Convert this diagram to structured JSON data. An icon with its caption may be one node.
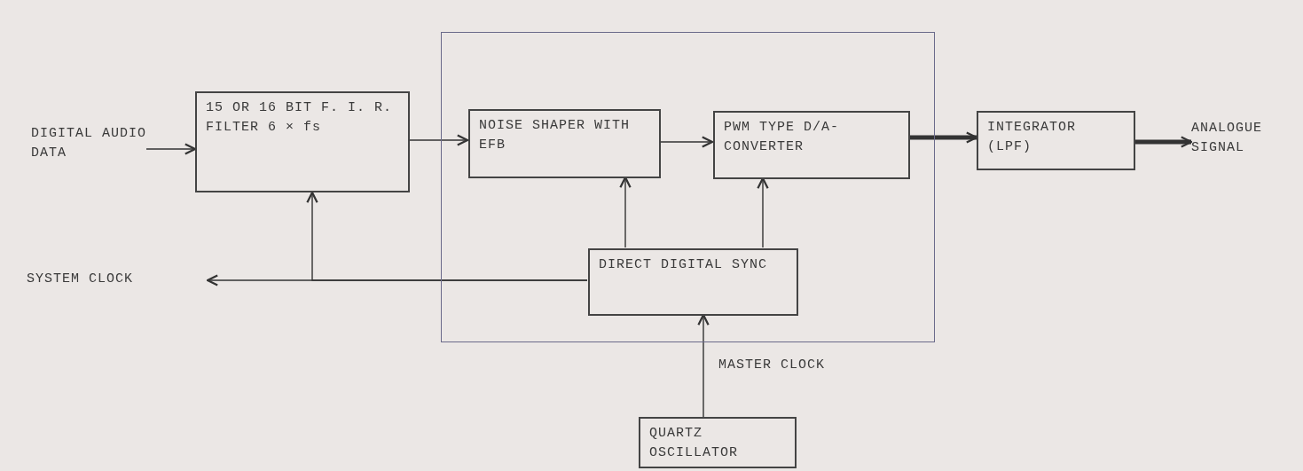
{
  "diagram": {
    "nodes": [
      {
        "text": [
          "DIGITAL AUDIO DATA"
        ]
      },
      {
        "text": [
          "15 OR 16 BIT F. I. R. FILTER 6 × fs"
        ]
      },
      {
        "text": [],
        "shape": "box"
      },
      {
        "text": [
          "NOISE SHAPER WITH EFB"
        ],
        "in": 2
      },
      {
        "text": [
          "PWM TYPE D/A-CONVERTER"
        ],
        "in": 2
      },
      {
        "text": [
          "DIRECT DIGITAL SYNC"
        ],
        "in": 2
      },
      {
        "text": [
          "INTEGRATOR (LPF)"
        ]
      },
      {
        "text": [
          "ANALOGUE SIGNAL"
        ]
      },
      {
        "text": [
          "SYSTEM CLOCK"
        ]
      },
      {
        "text": [
          "QUARTZ OSCILLATOR"
        ]
      }
    ],
    "edges": [
      {
        "from": 0,
        "to": 1,
        "arrow": "to"
      },
      {
        "from": 1,
        "to": 3,
        "arrow": "to"
      },
      {
        "from": 3,
        "to": 4,
        "arrow": "to"
      },
      {
        "from": 4,
        "to": 6,
        "arrow": "to",
        "style": "thick"
      },
      {
        "from": 6,
        "to": 7,
        "arrow": "to",
        "style": "thick"
      },
      {
        "from": 5,
        "to": 3,
        "arrow": "to"
      },
      {
        "from": 5,
        "to": 4,
        "arrow": "to"
      },
      {
        "from": 5,
        "to": 1,
        "arrow": "to"
      },
      {
        "from": 5,
        "to": 8,
        "arrow": "to"
      },
      {
        "from": 9,
        "to": 5,
        "arrow": "to",
        "label": "MASTER CLOCK"
      }
    ]
  }
}
